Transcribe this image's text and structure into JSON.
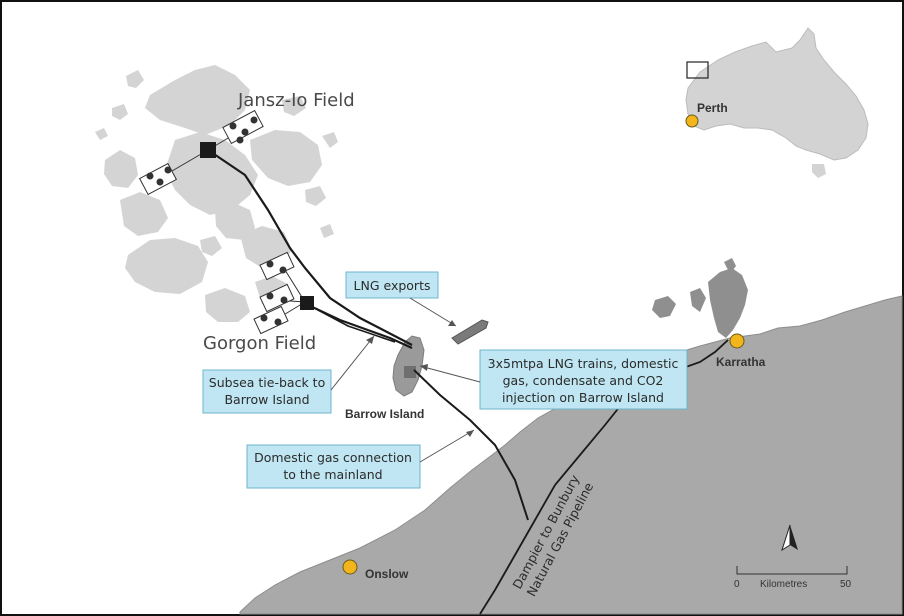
{
  "fields": {
    "jansz": "Jansz-Io Field",
    "gorgon": "Gorgon Field"
  },
  "places": {
    "barrow": "Barrow Island",
    "karratha": "Karratha",
    "onslow": "Onslow",
    "perth": "Perth"
  },
  "callouts": {
    "lng_exports": "LNG exports",
    "subsea": [
      "Subsea tie-back to",
      "Barrow Island"
    ],
    "domestic": [
      "Domestic gas connection",
      "to the mainland"
    ],
    "trains": [
      "3x5mtpa LNG trains, domestic",
      "gas, condensate and CO2",
      "injection on Barrow Island"
    ]
  },
  "pipeline": [
    "Dampier to Bunbury",
    "Natural Gas Pipeline"
  ],
  "scale": {
    "zero": "0",
    "unit": "Kilometres",
    "max": "50"
  },
  "colors": {
    "land": "#a9a9a9",
    "reef": "#d3d3d3",
    "callout_fill": "#bfe6f2",
    "callout_stroke": "#6fb6cc",
    "town_marker": "#f2b51c",
    "pipeline": "#1a1a1a"
  }
}
